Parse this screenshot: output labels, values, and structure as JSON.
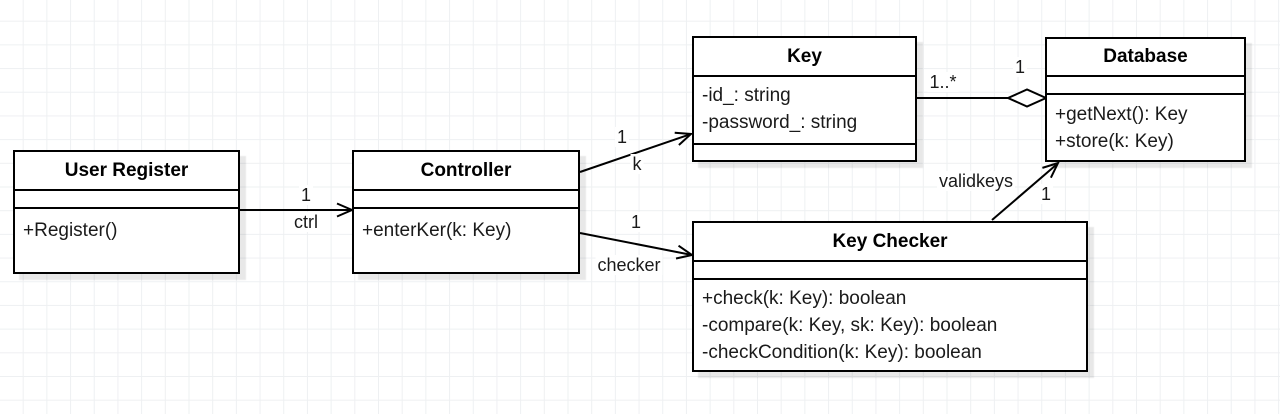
{
  "diagram": {
    "classes": {
      "user_register": {
        "title": "User Register",
        "attributes": [],
        "methods": [
          "+Register()"
        ]
      },
      "controller": {
        "title": "Controller",
        "attributes": [],
        "methods": [
          "+enterKer(k: Key)"
        ]
      },
      "key": {
        "title": "Key",
        "attributes": [
          "-id_: string",
          "-password_: string"
        ],
        "methods": []
      },
      "database": {
        "title": "Database",
        "attributes": [],
        "methods": [
          "+getNext(): Key",
          "+store(k: Key)"
        ]
      },
      "key_checker": {
        "title": "Key Checker",
        "attributes": [],
        "methods": [
          "+check(k: Key): boolean",
          "-compare(k: Key, sk: Key): boolean",
          "-checkCondition(k: Key): boolean"
        ]
      }
    },
    "edges": {
      "ctrl": {
        "multiplicity": "1",
        "name": "ctrl"
      },
      "k": {
        "multiplicity": "1",
        "name": "k"
      },
      "checker": {
        "multiplicity": "1",
        "name": "checker"
      },
      "key_database": {
        "source_multiplicity": "1..*",
        "target_multiplicity": "1",
        "type": "aggregation"
      },
      "validkeys": {
        "name": "validkeys",
        "multiplicity": "1"
      }
    },
    "colors": {
      "border": "#000000",
      "fill": "#ffffff",
      "grid": "#eef0f2",
      "text": "#1a1a1a"
    }
  }
}
